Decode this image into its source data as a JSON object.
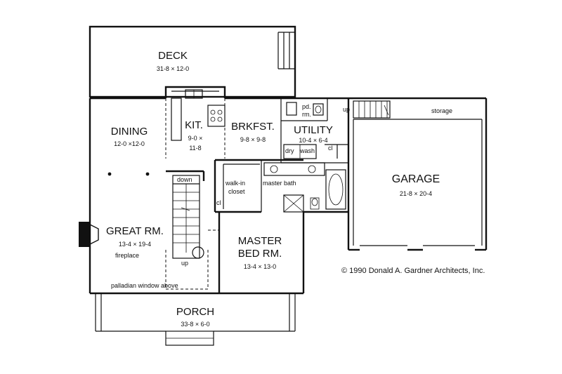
{
  "rooms": {
    "deck": {
      "name": "DECK",
      "dims": "31-8 × 12-0"
    },
    "kitchen": {
      "name": "KIT.",
      "dims_line1": "9-0 ×",
      "dims_line2": "11-8"
    },
    "breakfast": {
      "name": "BRKFST.",
      "dims": "9-8 × 9-8"
    },
    "dining": {
      "name": "DINING",
      "dims": "12-0 ×12-0"
    },
    "utility": {
      "name": "UTILITY",
      "dims": "10-4 × 6-4"
    },
    "garage": {
      "name": "GARAGE",
      "dims": "21-8 × 20-4"
    },
    "great_room": {
      "name": "GREAT RM.",
      "dims": "13-4 × 19-4"
    },
    "master_bed": {
      "name_line1": "MASTER",
      "name_line2": "BED RM.",
      "dims": "13-4 × 13-0"
    },
    "porch": {
      "name": "PORCH",
      "dims": "33-8 × 6-0"
    }
  },
  "labels": {
    "pd_rm_line1": "pd.",
    "pd_rm_line2": "rm.",
    "up_utility": "up",
    "storage": "storage",
    "dry": "dry",
    "wash": "wash",
    "cl_utility": "cl",
    "down": "down",
    "walkin_line1": "walk-in",
    "walkin_line2": "closet",
    "master_bath": "master bath",
    "cl_closet": "cl",
    "fireplace": "fireplace",
    "up_stair": "up",
    "palladian": "palladian window above"
  },
  "copyright": "© 1990 Donald A. Gardner Architects, Inc."
}
